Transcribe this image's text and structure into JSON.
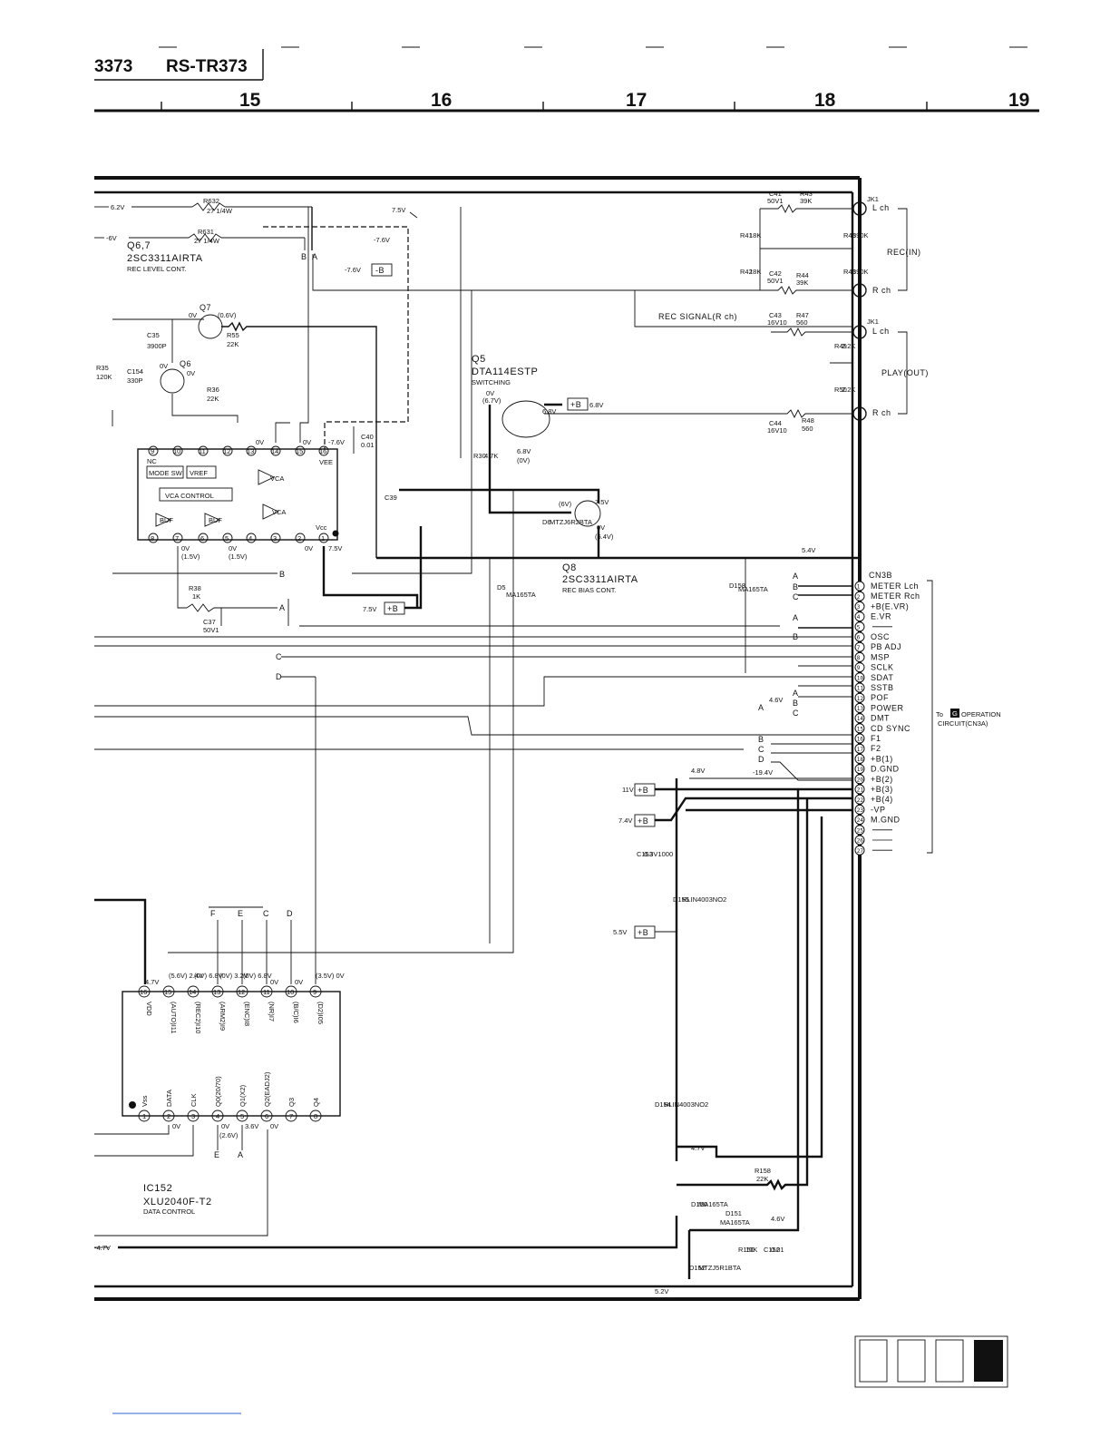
{
  "header": {
    "model_left": "3373",
    "model_main": "RS-TR373",
    "columns": [
      "15",
      "16",
      "17",
      "18",
      "19"
    ]
  },
  "jacks": {
    "rec_label": "REC(IN)",
    "play_label": "PLAY(OUT)",
    "jk_rec": "JK1",
    "jk_play": "JK1",
    "lch": "L ch",
    "rch": "R ch",
    "rec_signal": "REC SIGNAL(R ch)"
  },
  "components": {
    "c41": "C41",
    "c41v": "50V1",
    "r43": "R43",
    "r43v": "39K",
    "r41": "R41",
    "r41v": "18K",
    "r45": "R45",
    "r45v": "390K",
    "r42": "R42",
    "r42v": "18K",
    "c42": "C42",
    "c42v": "50V1",
    "r44": "R44",
    "r44v": "39K",
    "r46": "R46",
    "r46v": "390K",
    "c43": "C43",
    "c43v": "16V10",
    "r47": "R47",
    "r47v": "560",
    "r49": "R49",
    "r49v": "2.2K",
    "r50": "R50",
    "r50v": "2.2K",
    "c44": "C44",
    "c44v": "16V10",
    "r48": "R48",
    "r48v": "560",
    "r632": "R632",
    "r632v": "27 1/4W",
    "r631": "R631",
    "r631v": "27 1/4W",
    "q67": "Q6,7",
    "q67part": "2SC3311AIRTA",
    "q67desc": "REC LEVEL CONT.",
    "q7": "Q7",
    "q6": "Q6",
    "c35": "C35",
    "c35v": "3900P",
    "r55": "R55",
    "r55v": "22K",
    "r35": "R35",
    "r35v": "120K",
    "c154": "C154",
    "c154v": "330P",
    "r36": "R36",
    "r36v": "22K",
    "q5": "Q5",
    "q5part": "DTA114ESTP",
    "q5desc": "SWITCHING",
    "r30": "R30",
    "r30v": "4.7K",
    "c39": "C39",
    "c40": "C40",
    "c40v": "0.01",
    "d6": "D6",
    "d6part": "MTZJ6R2BTA",
    "q8": "Q8",
    "q8part": "2SC3311AIRTA",
    "q8desc": "REC BIAS CONT.",
    "d5": "D5",
    "d5part": "MA165TA",
    "d158": "D158",
    "d158part": "MA165TA",
    "r38": "R38",
    "r38v": "1K",
    "c37": "C37",
    "c37v": "50V1",
    "c153": "C153",
    "c153v": "6.3V1000",
    "d155": "D155",
    "d155part": "RLIN4003NO2",
    "d154": "D154",
    "d154part": "RLIN4003NO2",
    "r158": "R158",
    "r158v": "22K",
    "d150": "D150",
    "d150part": "MA165TA",
    "d151": "D151",
    "d151part": "MA165TA",
    "r150": "R150",
    "r150v": "10K",
    "c152": "C152",
    "c152v": "0.01",
    "d152": "D152",
    "d152part": "MTZJ5R1BTA",
    "ic152": "IC152",
    "ic152part": "XLU2040F-T2",
    "ic152desc": "DATA CONTROL"
  },
  "vca_ic": {
    "mode_sw": "MODE SW",
    "vref": "VREF",
    "vca_control": "VCA CONTROL",
    "vca": "VCA",
    "buf": "BUF",
    "nc": "NC",
    "vee": "VEE",
    "vcc": "Vcc",
    "top_pins": [
      "9",
      "10",
      "11",
      "12",
      "13",
      "14",
      "15",
      "16"
    ],
    "bottom_pins": [
      "8",
      "7",
      "6",
      "5",
      "4",
      "3",
      "2",
      "1"
    ]
  },
  "ic152_pins": {
    "top": [
      "16",
      "15",
      "14",
      "13",
      "12",
      "11",
      "10",
      "9"
    ],
    "top_names": [
      "VDD",
      "(AUTO)I11",
      "(REC2)I10",
      "(ARM2)I9",
      "(ENC)I8",
      "(NR)I7",
      "(B/C)I6",
      "(D2)I05"
    ],
    "bottom": [
      "1",
      "2",
      "3",
      "4",
      "5",
      "6",
      "7",
      "8"
    ],
    "bottom_names": [
      "Vss",
      "DATA",
      "CLK",
      "Q0(20/70)",
      "Q1(X2)",
      "Q2(EADJ2)",
      "Q3",
      "Q4"
    ],
    "top_volts": [
      "4.7V",
      "(5.6V) 2.4V",
      "(0V) 6.8V",
      "(0V) 3.2V",
      "(0V) 6.8V",
      "0V",
      "0V",
      "(3.5V) 0V"
    ]
  },
  "connector": {
    "name": "CN3B",
    "pins": [
      {
        "n": "1",
        "label": "METER Lch"
      },
      {
        "n": "2",
        "label": "METER Rch"
      },
      {
        "n": "3",
        "label": "+B(E.VR)"
      },
      {
        "n": "4",
        "label": "E.VR"
      },
      {
        "n": "5",
        "label": ""
      },
      {
        "n": "6",
        "label": "OSC"
      },
      {
        "n": "7",
        "label": "PB ADJ"
      },
      {
        "n": "8",
        "label": "MSP"
      },
      {
        "n": "9",
        "label": "SCLK"
      },
      {
        "n": "10",
        "label": "SDAT"
      },
      {
        "n": "11",
        "label": "SSTB"
      },
      {
        "n": "12",
        "label": "POF"
      },
      {
        "n": "13",
        "label": "POWER"
      },
      {
        "n": "14",
        "label": "DMT"
      },
      {
        "n": "15",
        "label": "CD SYNC"
      },
      {
        "n": "16",
        "label": "F1"
      },
      {
        "n": "17",
        "label": "F2"
      },
      {
        "n": "18",
        "label": "+B(1)"
      },
      {
        "n": "19",
        "label": "D.GND"
      },
      {
        "n": "20",
        "label": "+B(2)"
      },
      {
        "n": "21",
        "label": "+B(3)"
      },
      {
        "n": "22",
        "label": "+B(4)"
      },
      {
        "n": "23",
        "label": "-VP"
      },
      {
        "n": "24",
        "label": "M.GND"
      },
      {
        "n": "25",
        "label": ""
      },
      {
        "n": "26",
        "label": ""
      },
      {
        "n": "27",
        "label": ""
      }
    ],
    "dest_to": "To",
    "dest_marker": "G",
    "dest_line1": "OPERATION",
    "dest_line2": "CIRCUIT(CN3A)"
  },
  "voltages": {
    "v62": "6.2V",
    "v6": "-6V",
    "v75a": "7.5V",
    "v76a": "-7.6V",
    "v76b": "-7.6V",
    "v76c": "-7.6V",
    "v54": "5.4V",
    "v46": "4.6V",
    "v48": "4.8V",
    "v194": "-19.4V",
    "v11": "11V",
    "v74": "7.4V",
    "v55": "5.5V",
    "v75b": "7.5V",
    "v47a": "4.7V",
    "v46b": "4.6V",
    "v52": "5.2V",
    "v47b": "-4.7V",
    "v68": "6.8V",
    "q5v1": "0V",
    "q5v2": "(6.7V)",
    "q5v3": "6.8V",
    "q5v4": "6.8V",
    "q5v5": "(0V)",
    "q8v1": "(6V)",
    "q8v2": "7.5V",
    "q8v3": "0V",
    "q8v4": "(5.4V)",
    "q7v1": "0V",
    "q7v2": "(0.6V)",
    "q7v3": "0V",
    "q6v1": "0V",
    "ic_v0a": "0V",
    "ic_v0b": "0V",
    "ic_v0c": "0V",
    "ic_v15": "(1.5V)",
    "ic_v0d": "0V",
    "ic_v15b": "(1.5V)",
    "ic_v0e": "0V",
    "ic_v75": "7.5V",
    "ic_top0a": "0V",
    "ic_top0b": "0V",
    "ic_top76": "-7.6V",
    "ic152_b1": "0V",
    "ic152_b2": "0V",
    "ic152_b3": "0V",
    "ic152_b4": "(2.6V)",
    "ic152_b5": "3.6V",
    "ic152_b6": "0V"
  },
  "bus_labels": {
    "a": "A",
    "b": "B",
    "c": "C",
    "d": "D",
    "e": "E",
    "f": "F",
    "plus_b": "+B",
    "minus_b": "-B"
  }
}
